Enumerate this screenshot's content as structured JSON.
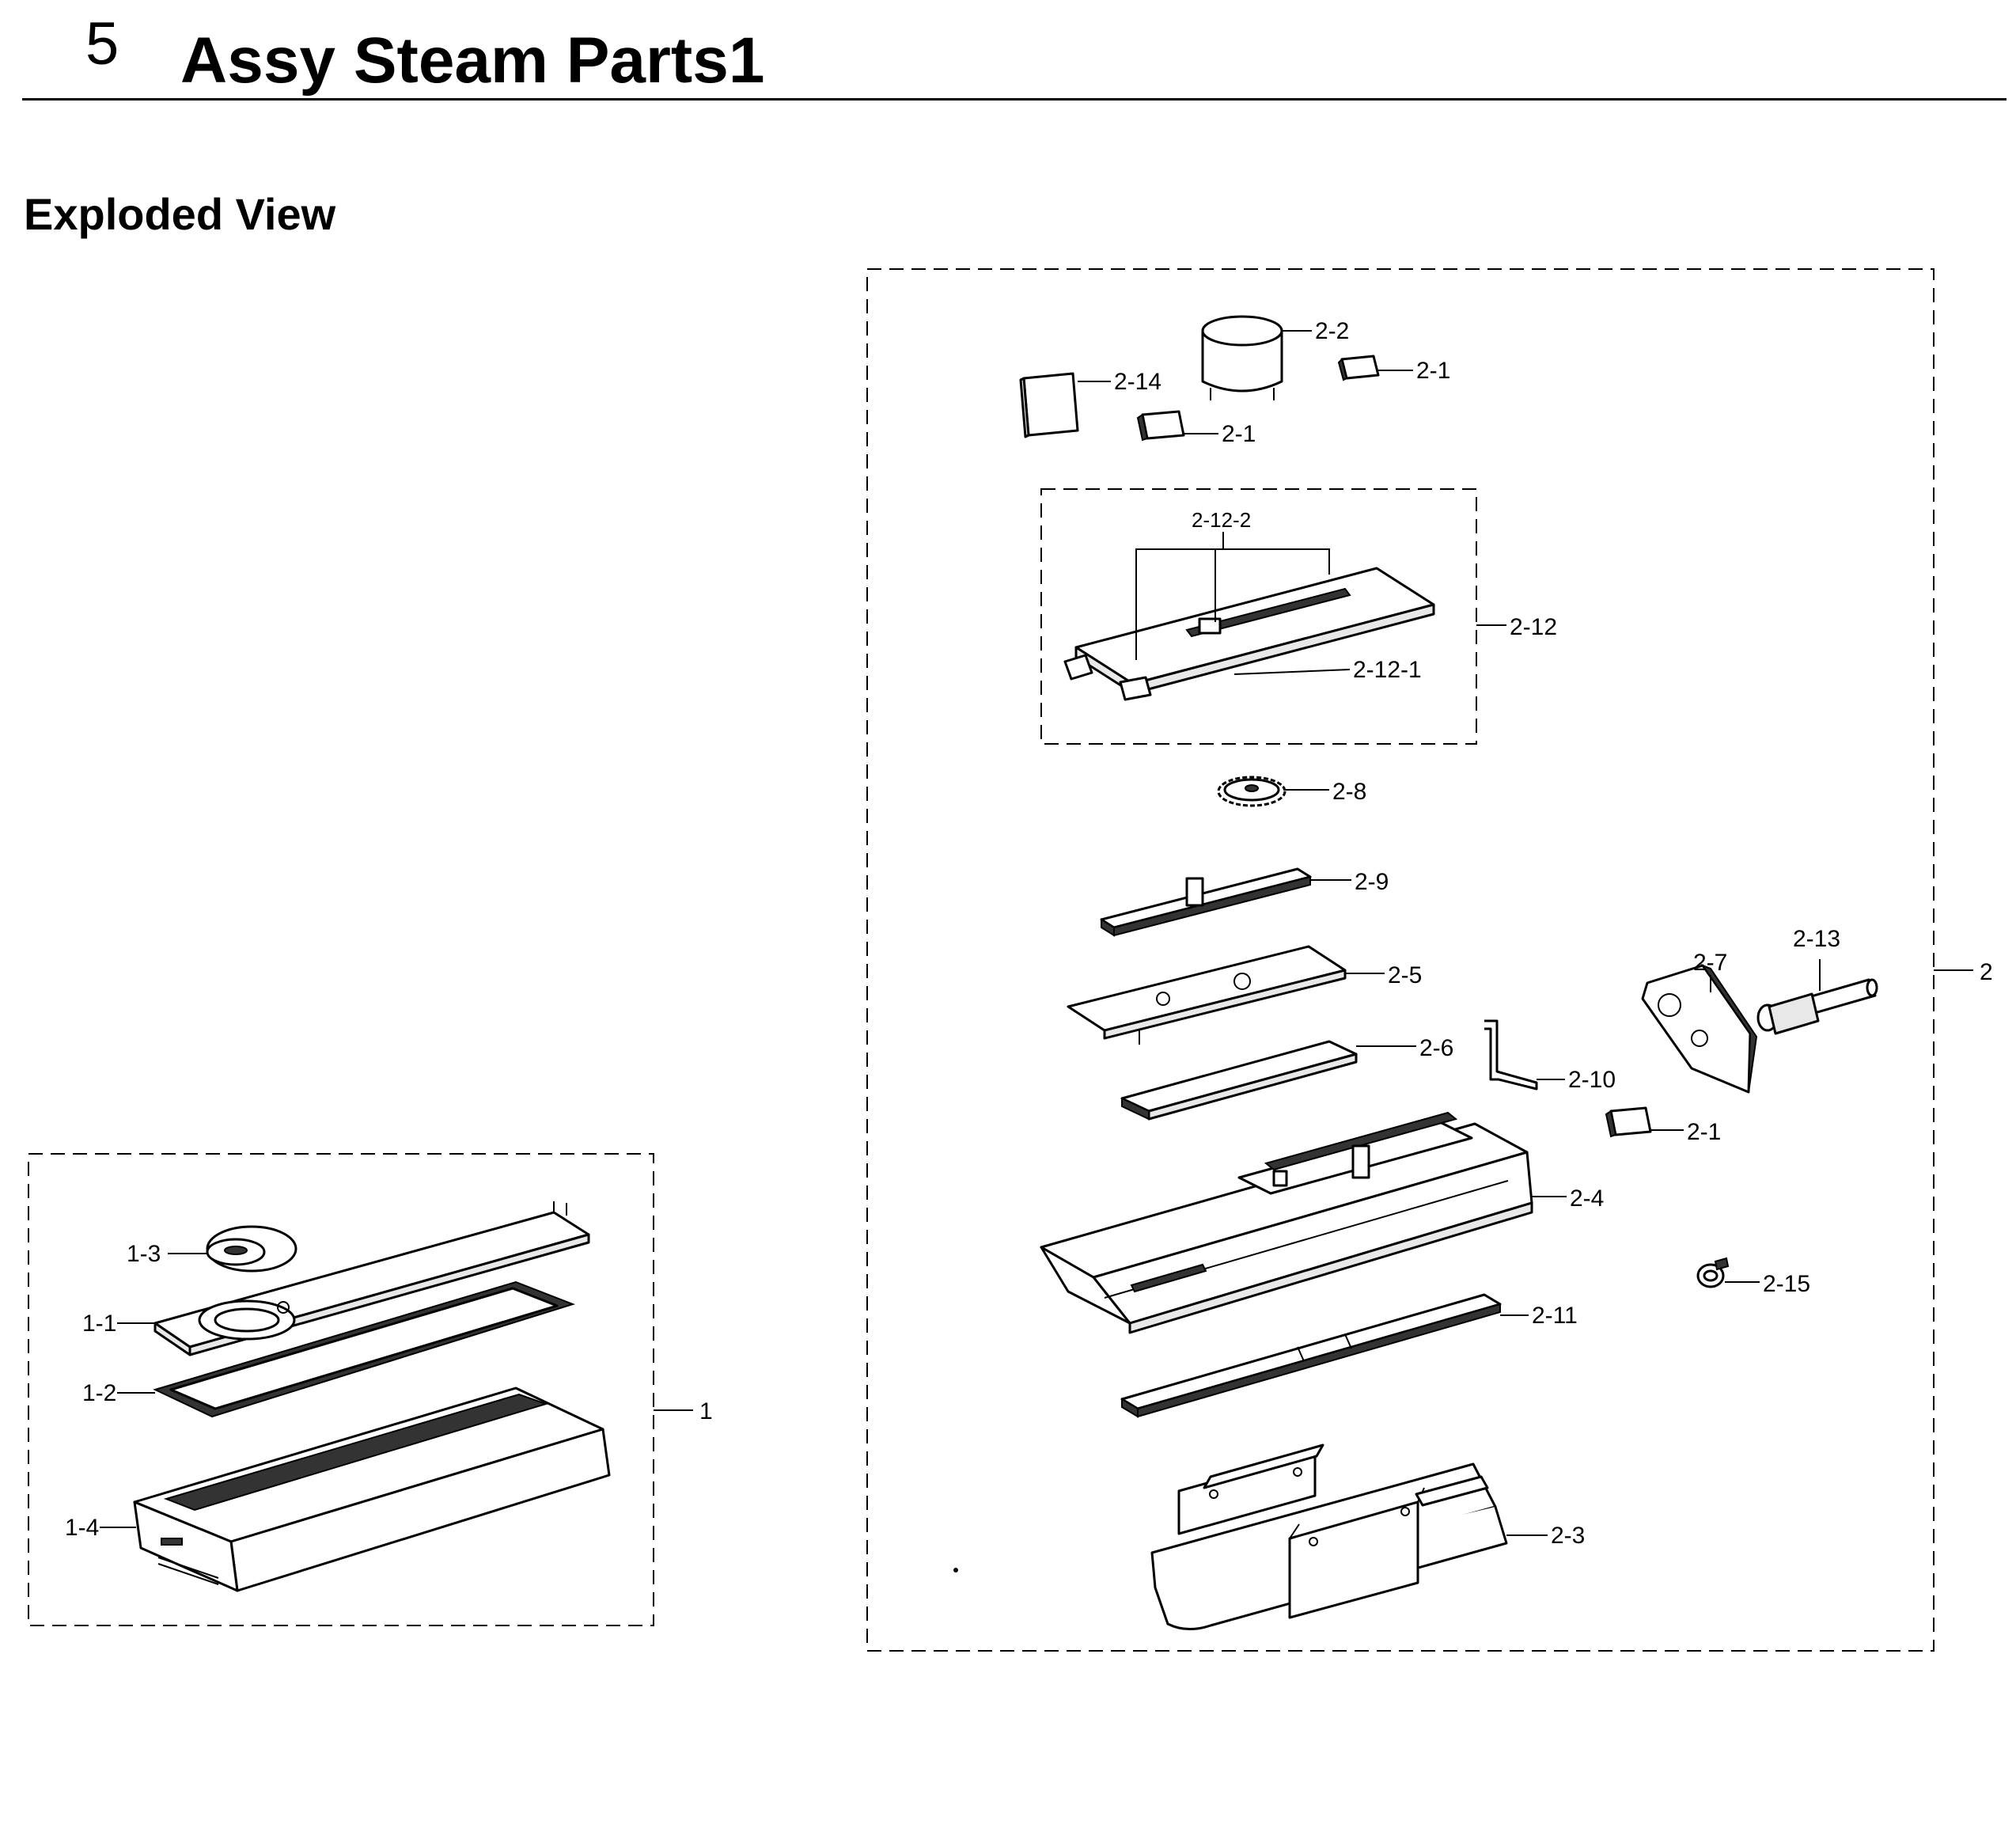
{
  "header": {
    "section_number": "5",
    "title": "Assy Steam Parts1"
  },
  "subtitle": "Exploded View",
  "labels": {
    "assy1": "1",
    "p1_1": "1-1",
    "p1_2": "1-2",
    "p1_3": "1-3",
    "p1_4": "1-4",
    "assy2": "2",
    "p2_1a": "2-1",
    "p2_1b": "2-1",
    "p2_1c": "2-1",
    "p2_2": "2-2",
    "p2_3": "2-3",
    "p2_4": "2-4",
    "p2_5": "2-5",
    "p2_6": "2-6",
    "p2_7": "2-7",
    "p2_8": "2-8",
    "p2_9": "2-9",
    "p2_10": "2-10",
    "p2_11": "2-11",
    "p2_12": "2-12",
    "p2_12_1": "2-12-1",
    "p2_12_2": "2-12-2",
    "p2_13": "2-13",
    "p2_14": "2-14",
    "p2_15": "2-15"
  }
}
